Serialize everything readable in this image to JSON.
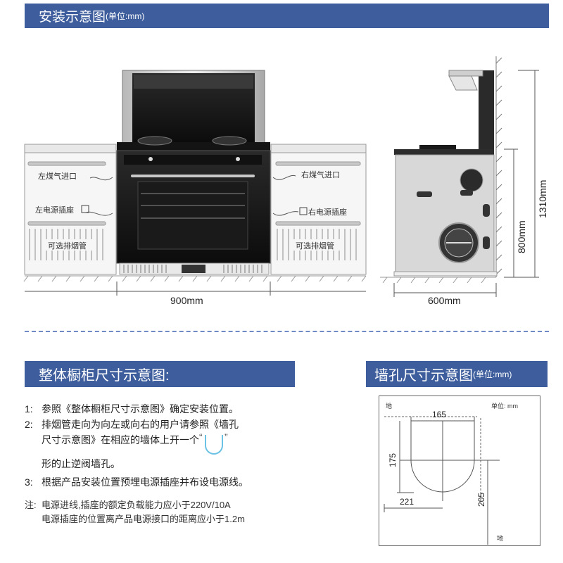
{
  "header": {
    "title": "安装示意图",
    "unit": "(单位:mm)"
  },
  "front_view": {
    "left_gas": "左煤气进口",
    "right_gas": "右煤气进口",
    "left_socket": "左电源插座",
    "right_socket": "右电源插座",
    "exhaust_left": "可选排烟管",
    "exhaust_right": "可选排烟管",
    "width_label": "900mm"
  },
  "side_view": {
    "depth_label": "600mm",
    "height_800": "800mm",
    "height_1310": "1310mm"
  },
  "cabinet_section": {
    "title": "整体橱柜尺寸示意图:",
    "items": [
      {
        "num": "1:",
        "text": "参照《整体橱柜尺寸示意图》确定安装位置。"
      },
      {
        "num": "2:",
        "line1": "排烟管走向为向左或向右的用户请参照《墙孔",
        "line2a": "尺寸示意图》在相应的墙体上开一个",
        "quote_open": "“",
        "quote_close": "”",
        "line3": "形的止逆阀墙孔。"
      },
      {
        "num": "3:",
        "text": "根据产品安装位置预埋电源插座并布设电源线。"
      }
    ],
    "note_label": "注:",
    "note_line1": "电源进线,插座的额定负载能力应小于220V/10A",
    "note_line2": "电源插座的位置离产品电源接口的距离应小于1.2m"
  },
  "wall_hole": {
    "title": "墙孔尺寸示意图",
    "unit": "(单位:mm)",
    "corner_top": "地",
    "corner_unit": "单位: mm",
    "corner_bottom": "地",
    "dim_165": "165",
    "dim_175": "175",
    "dim_221": "221",
    "dim_205": "205"
  },
  "colors": {
    "banner": "#3d5d9d",
    "divider": "#6f8ac4",
    "cup": "#6cc2e4",
    "appliance": "#1b1b1b"
  }
}
